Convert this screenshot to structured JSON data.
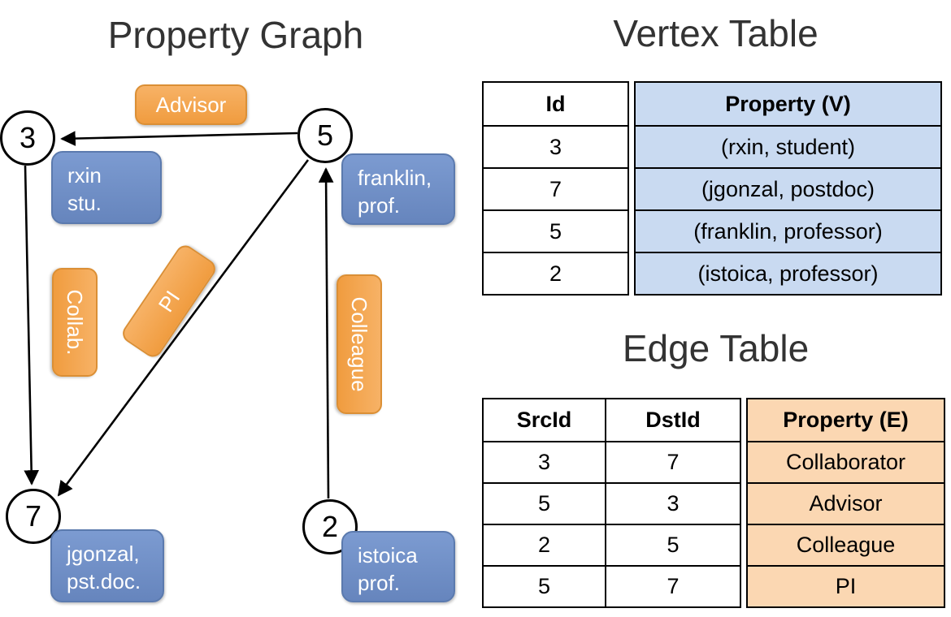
{
  "titles": {
    "graph": "Property Graph",
    "vertex_table": "Vertex Table",
    "edge_table": "Edge Table"
  },
  "graph": {
    "nodes": [
      {
        "id": "3",
        "prop": [
          "rxin",
          "stu."
        ]
      },
      {
        "id": "5",
        "prop": [
          "franklin,",
          "prof."
        ]
      },
      {
        "id": "7",
        "prop": [
          "jgonzal,",
          "pst.doc."
        ]
      },
      {
        "id": "2",
        "prop": [
          "istoica",
          "prof."
        ]
      }
    ],
    "edge_labels": {
      "advisor": "Advisor",
      "collab": "Collab.",
      "pi": "PI",
      "colleague": "Colleague"
    }
  },
  "vertex_table": {
    "headers": [
      "Id",
      "Property (V)"
    ],
    "rows": [
      [
        "3",
        "(rxin, student)"
      ],
      [
        "7",
        "(jgonzal, postdoc)"
      ],
      [
        "5",
        "(franklin, professor)"
      ],
      [
        "2",
        "(istoica, professor)"
      ]
    ]
  },
  "edge_table": {
    "headers": [
      "SrcId",
      "DstId",
      "Property (E)"
    ],
    "rows": [
      [
        "3",
        "7",
        "Collaborator"
      ],
      [
        "5",
        "3",
        "Advisor"
      ],
      [
        "2",
        "5",
        "Colleague"
      ],
      [
        "5",
        "7",
        "PI"
      ]
    ]
  },
  "colors": {
    "vertex_box": "#7191C8",
    "edge_label": "#F4A64F",
    "vertex_table_cell": "#C9DAF1",
    "edge_table_cell": "#FBD7B2"
  }
}
